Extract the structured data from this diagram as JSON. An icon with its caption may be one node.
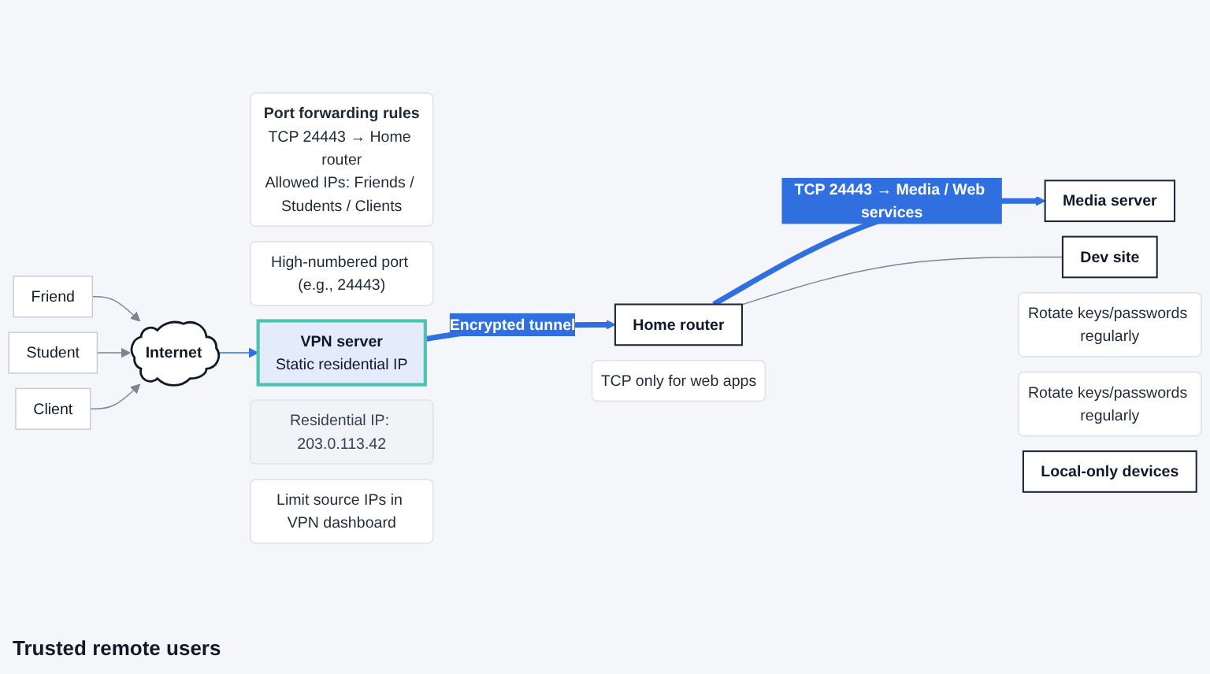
{
  "diagram": {
    "nodes": [
      {
        "text": [
          "Friend"
        ]
      },
      {
        "text": [
          "Student"
        ]
      },
      {
        "text": [
          "Client"
        ]
      },
      {
        "text": [
          "Internet"
        ]
      },
      {
        "text": [
          "Port forwarding rules",
          "TCP 24443 → Home router",
          "Allowed IPs: Friends / Students / Clients"
        ]
      },
      {
        "text": [
          "High-numbered port (e.g., 24443)"
        ]
      },
      {
        "text": [
          "VPN server",
          "Static residential IP"
        ]
      },
      {
        "text": [
          "Residential IP: 203.0.113.42"
        ]
      },
      {
        "text": [
          "Limit source IPs in VPN dashboard"
        ]
      },
      {
        "text": [
          "Home router"
        ]
      },
      {
        "text": [
          "Rotate keys/passwords regularly"
        ]
      },
      {
        "text": [
          "Media server"
        ]
      },
      {
        "text": [
          "Rotate keys/passwords regularly"
        ]
      },
      {
        "text": [
          "Dev site"
        ]
      },
      {
        "text": [
          "TCP only for web apps"
        ]
      },
      {
        "text": [
          "Local-only devices"
        ]
      }
    ],
    "edges": [
      {
        "from": 0,
        "to": 3,
        "arrow": "to"
      },
      {
        "from": 1,
        "to": 3,
        "arrow": "to"
      },
      {
        "from": 2,
        "to": 3,
        "arrow": "to"
      },
      {
        "from": 3,
        "to": 6,
        "arrow": "to",
        "color": "#2f6fe0"
      },
      {
        "from": 6,
        "to": 9,
        "arrow": "to",
        "label": "Encrypted tunnel",
        "style": "thick",
        "color": "#2f6fe0"
      },
      {
        "from": 9,
        "to": 11,
        "arrow": "to",
        "label": "TCP 24443 → Media / Web services",
        "style": "thick",
        "color": "#2f6fe0"
      },
      {
        "from": 9,
        "to": 13,
        "arrow": "none"
      }
    ],
    "labels": [
      "Trusted remote users"
    ]
  }
}
